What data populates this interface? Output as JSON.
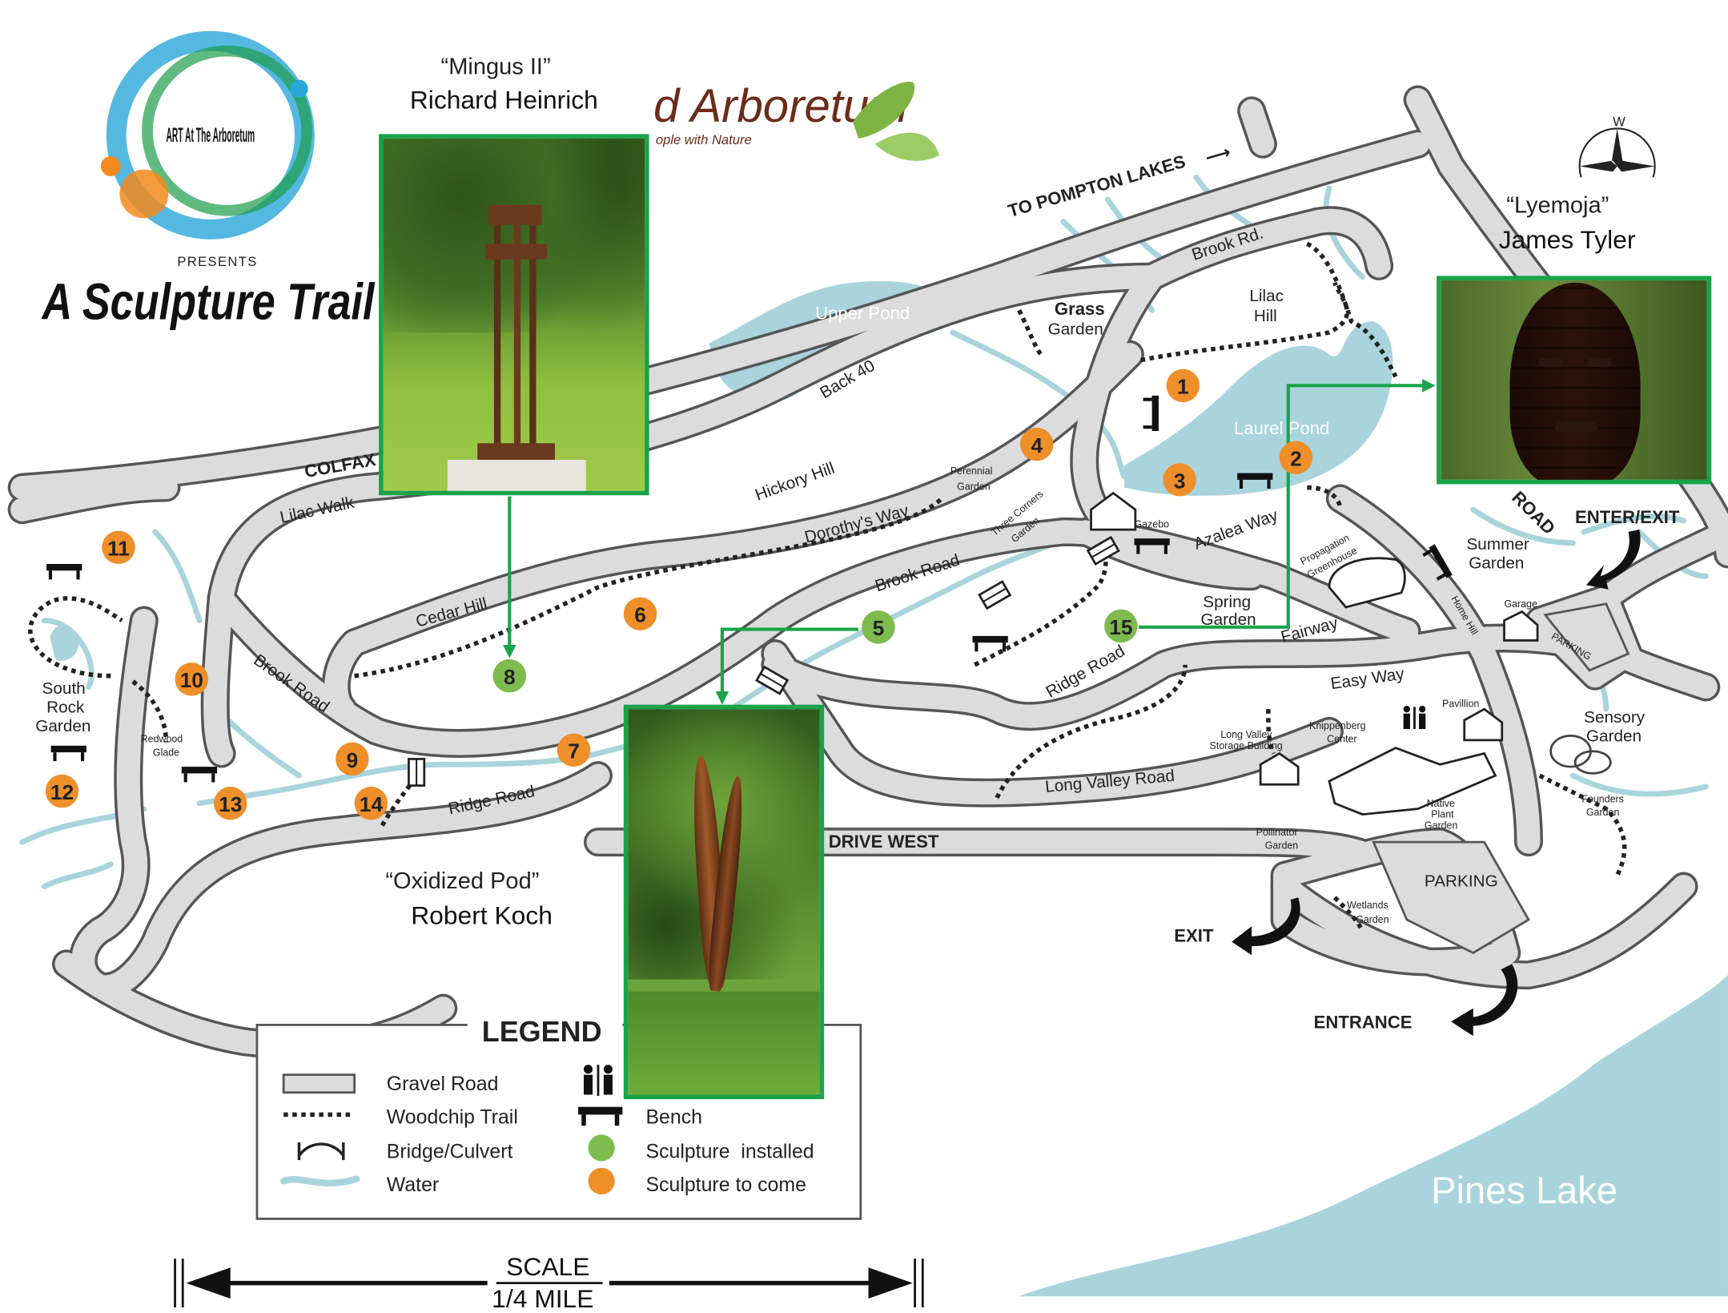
{
  "header": {
    "presents": "PRESENTS",
    "title": "A Sculpture Trail",
    "logo_text": "ART At The Arboretum",
    "arboretum_partial": "d Arboretum",
    "tagline_partial": "ople with Nature"
  },
  "sculptures_featured": [
    {
      "title": "“Mingus II”",
      "artist": "Richard Heinrich"
    },
    {
      "title": "“Lyemoja”",
      "artist": "James Tyler"
    },
    {
      "title": "“Oxidized Pod”",
      "artist": "Robert Koch"
    }
  ],
  "compass": {
    "letter": "W"
  },
  "roads": {
    "pompton": "TO POMPTON LAKES",
    "colfax": "COLFAX",
    "brook_rd_top": "Brook Rd.",
    "back40": "Back 40",
    "lilac_walk": "Lilac Walk",
    "hickory_hill": "Hickory Hill",
    "cedar_hill": "Cedar Hill",
    "dorothys_way": "Dorothy's Way",
    "brook_road_mid": "Brook Road",
    "brook_road_left": "Brook Road",
    "azalea_way": "Azalea Way",
    "ridge_road_mid": "Ridge Road",
    "ridge_road_bottom": "Ridge Road",
    "fairway": "Fairway",
    "easy_way": "Easy Way",
    "home_hill": "Home Hill",
    "long_valley_road": "Long Valley Road",
    "drive_west": "DRIVE WEST",
    "road_right": "ROAD"
  },
  "places": {
    "upper_pond": "Upper Pond",
    "laurel_pond": "Laurel Pond",
    "grass_garden": [
      "Grass",
      "Garden"
    ],
    "lilac_hill": [
      "Lilac",
      "Hill"
    ],
    "perennial_garden": [
      "Perennial",
      "Garden"
    ],
    "three_corners": [
      "Three Corners",
      "Garden"
    ],
    "gazebo": "Gazebo",
    "propagation": [
      "Propagation",
      "Greenhouse"
    ],
    "summer_garden": [
      "Summer",
      "Garden"
    ],
    "spring_garden": [
      "Spring",
      "Garden"
    ],
    "garage": "Garage",
    "parking_top": "PARKING",
    "parking_bottom": "PARKING",
    "sensory_garden": [
      "Sensory",
      "Garden"
    ],
    "founders_garden": [
      "Founders",
      "Garden"
    ],
    "pavilion": "Pavillion",
    "knippenberg": [
      "Knippenberg",
      "Center"
    ],
    "long_valley_storage": [
      "Long Valley",
      "Storage Building"
    ],
    "native_plant": [
      "Native",
      "Plant",
      "Garden"
    ],
    "pollinator": [
      "Pollinator",
      "Garden"
    ],
    "wetlands": [
      "Wetlands",
      "Garden"
    ],
    "south_rock": [
      "South",
      "Rock",
      "Garden"
    ],
    "redwood_glade": [
      "Redwood",
      "Glade"
    ],
    "pines_lake": "Pines Lake"
  },
  "directions": {
    "enter_exit": "ENTER/EXIT",
    "exit": "EXIT",
    "entrance": "ENTRANCE"
  },
  "markers": [
    {
      "n": "1",
      "status": "to_come"
    },
    {
      "n": "2",
      "status": "to_come"
    },
    {
      "n": "3",
      "status": "to_come"
    },
    {
      "n": "4",
      "status": "to_come"
    },
    {
      "n": "5",
      "status": "installed"
    },
    {
      "n": "6",
      "status": "to_come"
    },
    {
      "n": "7",
      "status": "to_come"
    },
    {
      "n": "8",
      "status": "installed"
    },
    {
      "n": "9",
      "status": "to_come"
    },
    {
      "n": "10",
      "status": "to_come"
    },
    {
      "n": "11",
      "status": "to_come"
    },
    {
      "n": "12",
      "status": "to_come"
    },
    {
      "n": "13",
      "status": "to_come"
    },
    {
      "n": "14",
      "status": "to_come"
    },
    {
      "n": "15",
      "status": "installed"
    }
  ],
  "legend": {
    "title": "LEGEND",
    "items": [
      {
        "label": "Gravel Road",
        "icon": "gravel-road-swatch"
      },
      {
        "label": "Woodchip Trail",
        "icon": "woodchip-trail-swatch"
      },
      {
        "label": "Bridge/Culvert",
        "icon": "bridge-icon"
      },
      {
        "label": "Water",
        "icon": "water-swatch"
      },
      {
        "label": "",
        "icon": "restroom-icon"
      },
      {
        "label": "Bench",
        "icon": "bench-icon"
      },
      {
        "label": "Sculpture  installed",
        "icon": "sculpture-installed-dot"
      },
      {
        "label": "Sculpture to come",
        "icon": "sculpture-to-come-dot"
      }
    ]
  },
  "scale": {
    "label": "SCALE",
    "value": "1/4 MILE"
  },
  "colors": {
    "installed": "#7dbb4f",
    "to_come": "#ee8f2a",
    "water": "#a9d4dc",
    "road_fill": "#dcdcdc",
    "road_edge": "#555555",
    "highlight": "#1aa34a"
  }
}
